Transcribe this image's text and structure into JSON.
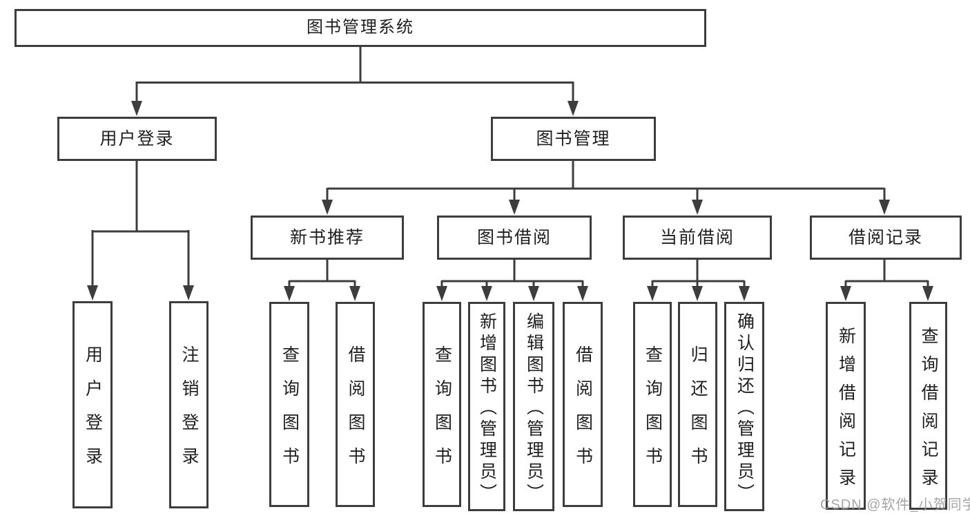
{
  "tree": {
    "label": "图书管理系统",
    "children": [
      {
        "label": "用户登录",
        "children": [
          {
            "label": "用户登录"
          },
          {
            "label": "注销登录"
          }
        ]
      },
      {
        "label": "图书管理",
        "children": [
          {
            "label": "新书推荐",
            "children": [
              {
                "label": "查询图书"
              },
              {
                "label": "借阅图书"
              }
            ]
          },
          {
            "label": "图书借阅",
            "children": [
              {
                "label": "查询图书"
              },
              {
                "label": "新增图书（管理员）"
              },
              {
                "label": "编辑图书（管理员）"
              },
              {
                "label": "借阅图书"
              }
            ]
          },
          {
            "label": "当前借阅",
            "children": [
              {
                "label": "查询图书"
              },
              {
                "label": "归还图书"
              },
              {
                "label": "确认归还（管理员）"
              }
            ]
          },
          {
            "label": "借阅记录",
            "children": [
              {
                "label": "新增借阅记录"
              },
              {
                "label": "查询借阅记录"
              }
            ]
          }
        ]
      }
    ]
  },
  "watermark": {
    "text": "CSDN @软件_小贺同学"
  },
  "colors": {
    "line": "#3d3d3d",
    "text": "#1f1f1f",
    "watermark": "#9c9c9c",
    "background": "#ffffff"
  }
}
